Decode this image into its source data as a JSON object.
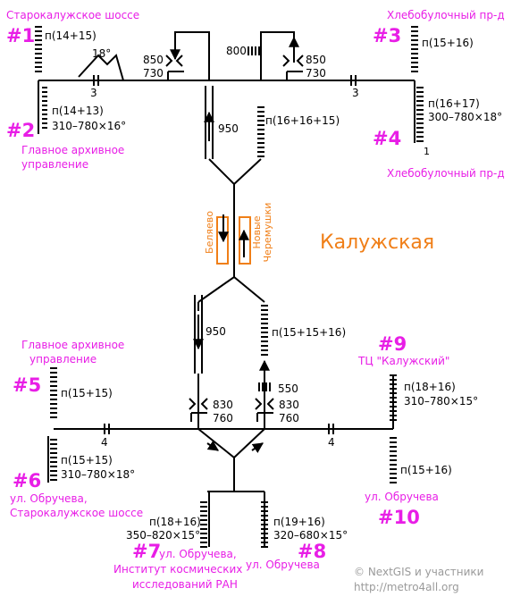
{
  "station": "Калужская",
  "platform_labels": {
    "left": "Беляево",
    "right_line1": "Новые",
    "right_line2": "Черемушки"
  },
  "exits": [
    {
      "num": "#1",
      "name": "Старокалужское шоссе"
    },
    {
      "num": "#2",
      "name_line1": "Главное архивное",
      "name_line2": "управление"
    },
    {
      "num": "#3",
      "name": "Хлебобулочный пр-д"
    },
    {
      "num": "#4",
      "name": "Хлебобулочный пр-д"
    },
    {
      "num": "#5",
      "name_line1": "Главное архивное",
      "name_line2": "управление"
    },
    {
      "num": "#6",
      "name_line1": "ул. Обручева,",
      "name_line2": "Старокалужское шоссе"
    },
    {
      "num": "#7",
      "name_line1": "ул. Обручева,",
      "name_line2": "Институт космических",
      "name_line3": "исследований РАН"
    },
    {
      "num": "#8",
      "name": "ул. Обручева"
    },
    {
      "num": "#9",
      "name": "ТЦ \"Калужский\""
    },
    {
      "num": "#10",
      "name": "ул. Обручева"
    }
  ],
  "stairs": {
    "e1": "п(14+15)",
    "e2": "п(14+13)",
    "e2_ramp": "310–780×16°",
    "e3": "п(15+16)",
    "e4": "п(16+17)",
    "e4_ramp": "300–780×18°",
    "e4_extra": "1",
    "north_right_flight": "п(16+16+15)",
    "north_left_flight": "950",
    "south_left_flight": "950",
    "south_right_flight": "п(15+15+16)",
    "e5": "п(15+15)",
    "e6": "п(15+15)",
    "e6_ramp": "310–780×18°",
    "e7": "п(18+16)",
    "e7_ramp": "350–820×15°",
    "e8": "п(19+16)",
    "e8_ramp": "320–680×15°",
    "e9": "п(18+16)",
    "e9_ramp": "310–780×15°",
    "e10": "п(15+16)"
  },
  "north_measures": {
    "ramp_angle": "18°",
    "left_step_count": "3",
    "right_step_count": "3",
    "left_turnstile_width": "850",
    "left_gate_width": "730",
    "right_width_800": "800",
    "right_turnstile_width": "850",
    "right_gate_width": "730"
  },
  "south_measures": {
    "left_step_count": "4",
    "right_step_count": "4",
    "left_turnstile_width": "830",
    "left_gate_width": "760",
    "right_turnstile_width": "830",
    "right_gate_width": "760",
    "right_width_550": "550"
  },
  "credits": {
    "line1": "© NextGIS и участники",
    "line2": "http://metro4all.org"
  }
}
